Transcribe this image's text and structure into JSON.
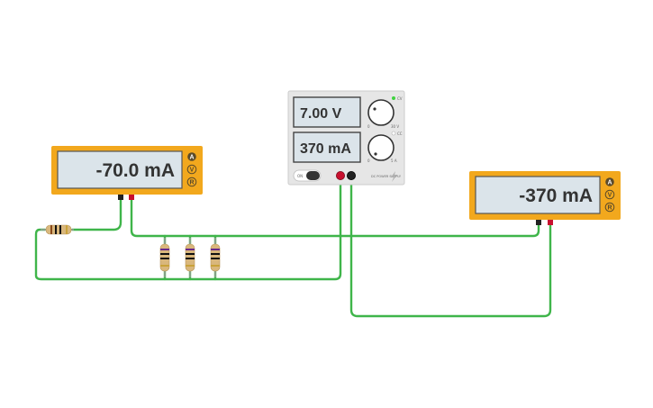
{
  "meters": {
    "left": {
      "reading": "-70.0 mA",
      "modes": [
        "A",
        "V",
        "R"
      ]
    },
    "right": {
      "reading": "-370 mA",
      "modes": [
        "A",
        "V",
        "R"
      ]
    }
  },
  "power_supply": {
    "voltage_display": "7.00 V",
    "current_display": "370 mA",
    "on_label": "ON",
    "voltage_scale": "30 V",
    "current_scale": "5 A",
    "cv_label": "CV",
    "cc_label": "CC",
    "min_label": "0",
    "brand_text": "DC POWER SUPPLY"
  },
  "colors": {
    "meter_body": "#f2a81d",
    "lcd": "#dbe4ea",
    "wire": "#3fb54a",
    "supply_body": "#e6e6e6",
    "probe_red": "#c8102e",
    "probe_black": "#222222"
  }
}
